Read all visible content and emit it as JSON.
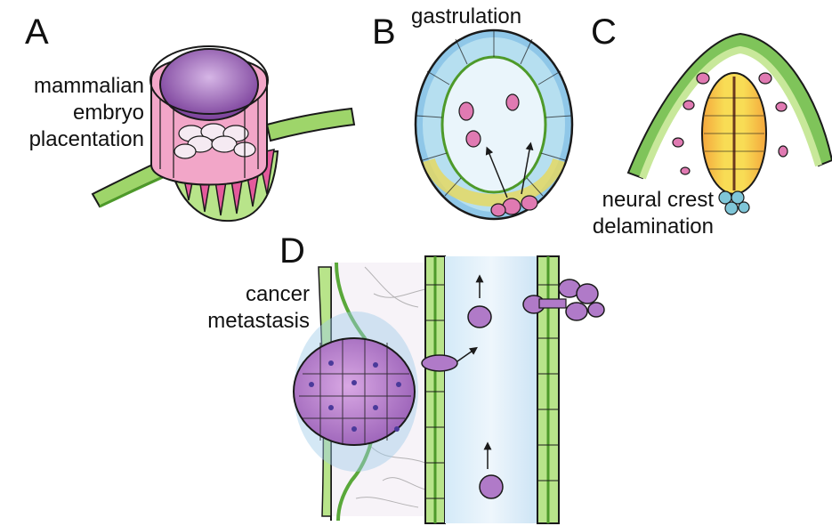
{
  "panels": {
    "a": {
      "letter": "A",
      "caption_lines": [
        "mammalian",
        "embryo",
        "placentation"
      ]
    },
    "b": {
      "letter": "B",
      "caption_lines": [
        "gastrulation"
      ]
    },
    "c": {
      "letter": "C",
      "caption_lines": [
        "neural crest",
        "delamination"
      ]
    },
    "d": {
      "letter": "D",
      "caption_lines": [
        "cancer",
        "metastasis"
      ]
    }
  },
  "colors": {
    "magenta": "#e0589a",
    "pink_light": "#f2a6c8",
    "purple": "#8a5aa8",
    "cell_violet": "#b07ac8",
    "green": "#6fbf3a",
    "green_light": "#c8e89a",
    "blue": "#5aa8d8",
    "blue_light": "#cfe6f5",
    "yellow": "#f5d84a",
    "orange": "#f2a23a",
    "ink": "#1a1a1a"
  }
}
